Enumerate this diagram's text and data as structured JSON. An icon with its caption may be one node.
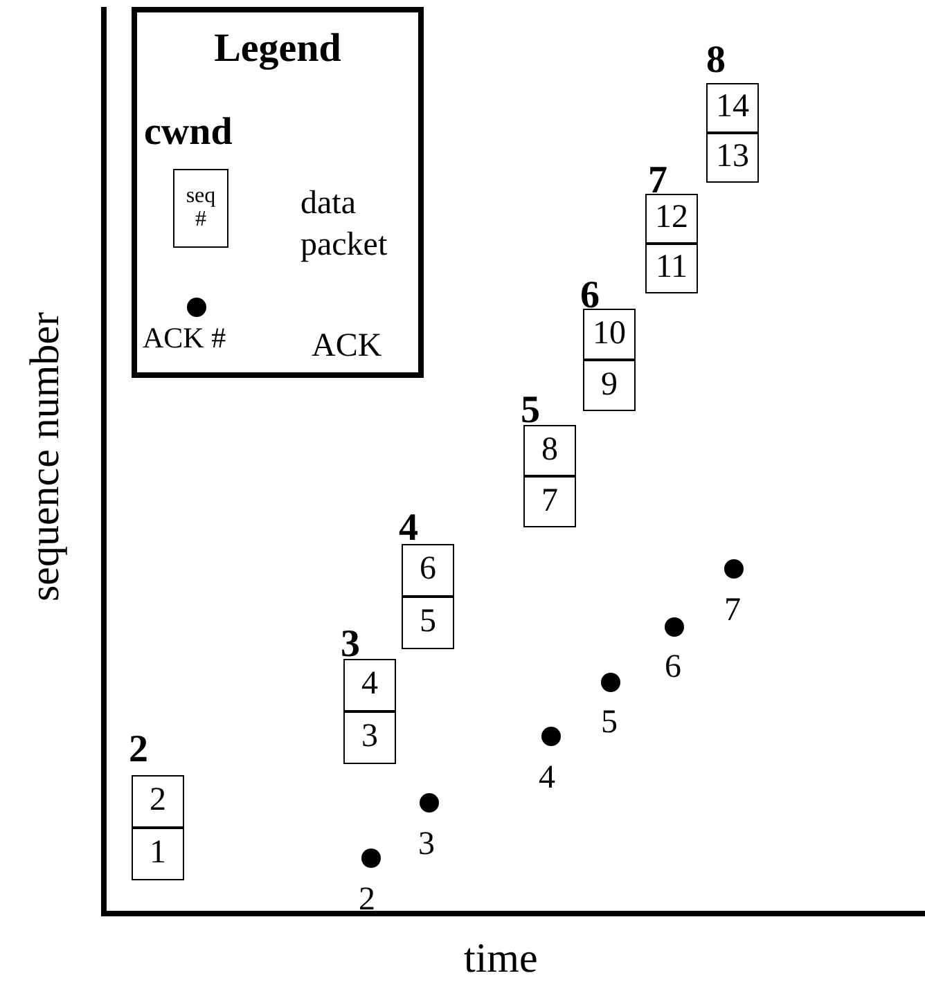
{
  "diagram": {
    "nodes": [
      {
        "text": [
          "Legend"
        ]
      },
      {
        "text": [
          "seq #"
        ],
        "in": 0
      },
      {
        "text": [
          "2"
        ]
      },
      {
        "text": [
          "1"
        ]
      },
      {
        "text": [
          "4"
        ]
      },
      {
        "text": [
          "3"
        ]
      },
      {
        "text": [
          "6"
        ]
      },
      {
        "text": [
          "5"
        ]
      },
      {
        "text": [
          "8"
        ]
      },
      {
        "text": [
          "7"
        ]
      },
      {
        "text": [
          "10"
        ]
      },
      {
        "text": [
          "9"
        ]
      },
      {
        "text": [
          "12"
        ]
      },
      {
        "text": [
          "11"
        ]
      },
      {
        "text": [
          "14"
        ]
      },
      {
        "text": [
          "13"
        ]
      }
    ],
    "edges": [],
    "labels": [
      "cwnd",
      "ACK #",
      "sequence number",
      "time",
      "2",
      "3",
      "4",
      "5",
      "6",
      "7",
      "8",
      "2",
      "3",
      "4",
      "5",
      "6",
      "7"
    ],
    "legend": [
      {
        "text": "data packet"
      },
      {
        "text": "ACK"
      }
    ]
  }
}
